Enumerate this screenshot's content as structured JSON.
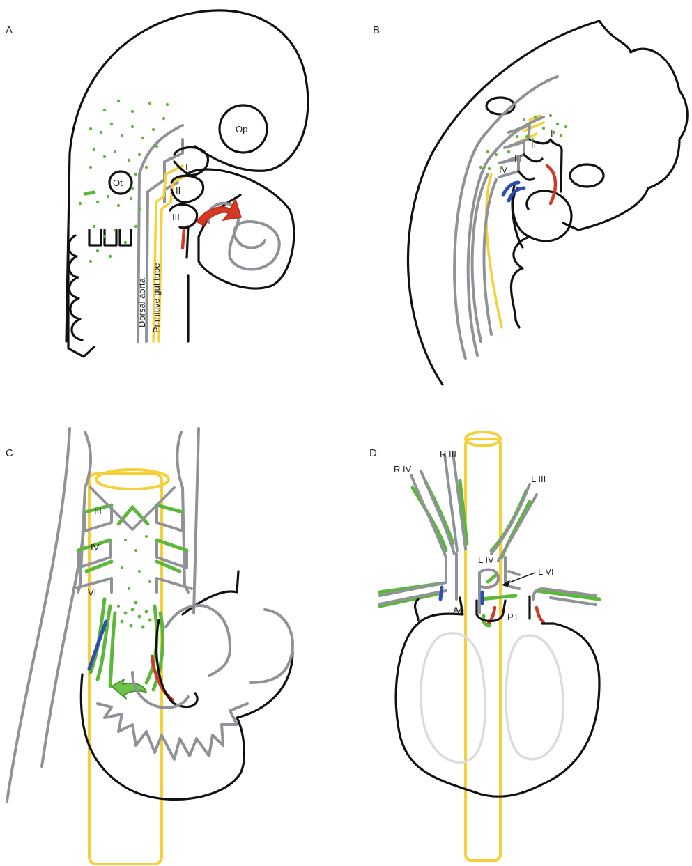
{
  "panels": {
    "a": {
      "letter": "A",
      "labels": {
        "op": "Op",
        "ot": "Ot",
        "arch1": "I",
        "arch2": "II",
        "arch3": "III",
        "dorsal_aorta": "Dorsal aorta",
        "gut_tube": "Primitive gut tube"
      }
    },
    "b": {
      "letter": "B",
      "labels": {
        "arch1": "I",
        "arch2": "II",
        "arch3": "III",
        "arch4": "IV"
      }
    },
    "c": {
      "letter": "C",
      "labels": {
        "arch3": "III",
        "arch4": "IV",
        "arch6": "VI"
      }
    },
    "d": {
      "letter": "D",
      "labels": {
        "r4": "R IV",
        "r3": "R III",
        "l3": "L III",
        "l4": "L IV",
        "l6": "L VI",
        "ao": "Ao",
        "pt": "PT"
      }
    }
  },
  "colors": {
    "outline": "#111111",
    "pharyngeal": "#8f9398",
    "gut": "#f5d038",
    "neural_crest": "#5cb83a",
    "second_heart_field": "#d23a25",
    "blue_marker": "#2f4fb0"
  }
}
